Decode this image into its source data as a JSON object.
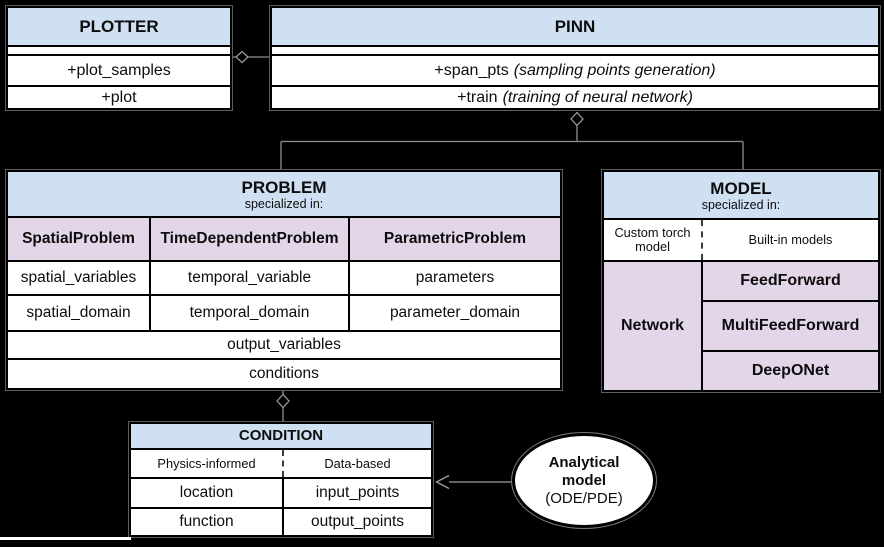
{
  "colors": {
    "background": "#000000",
    "class_header_blue": "#cfe0f3",
    "specialization_purple": "#e4d6e9",
    "cell_white": "#ffffff",
    "border_black": "#000000",
    "connector_gray": "#8f8f8f"
  },
  "plotter": {
    "title": "PLOTTER",
    "members": [
      "+plot_samples",
      "+plot"
    ]
  },
  "pinn": {
    "title": "PINN",
    "members": [
      {
        "name": "+span_pts",
        "note": "(sampling points generation)"
      },
      {
        "name": "+train",
        "note": "(training of neural network)"
      }
    ]
  },
  "problem": {
    "title": "PROBLEM",
    "subtitle": "specialized in:",
    "columns": [
      "SpatialProblem",
      "TimeDependentProblem",
      "ParametricProblem"
    ],
    "row1": [
      "spatial_variables",
      "temporal_variable",
      "parameters"
    ],
    "row2": [
      "spatial_domain",
      "temporal_domain",
      "parameter_domain"
    ],
    "span_rows": [
      "output_variables",
      "conditions"
    ]
  },
  "model": {
    "title": "MODEL",
    "subtitle": "specialized in:",
    "split_left": "Custom torch model",
    "split_right": "Built-in models",
    "network": "Network",
    "builtin": [
      "FeedForward",
      "MultiFeedForward",
      "DeepONet"
    ]
  },
  "condition": {
    "title": "CONDITION",
    "split_left": "Physics-informed",
    "split_right": "Data-based",
    "rows": [
      [
        "location",
        "input_points"
      ],
      [
        "function",
        "output_points"
      ]
    ]
  },
  "analytical_model": {
    "title": "Analytical model",
    "subtitle": "(ODE/PDE)"
  }
}
